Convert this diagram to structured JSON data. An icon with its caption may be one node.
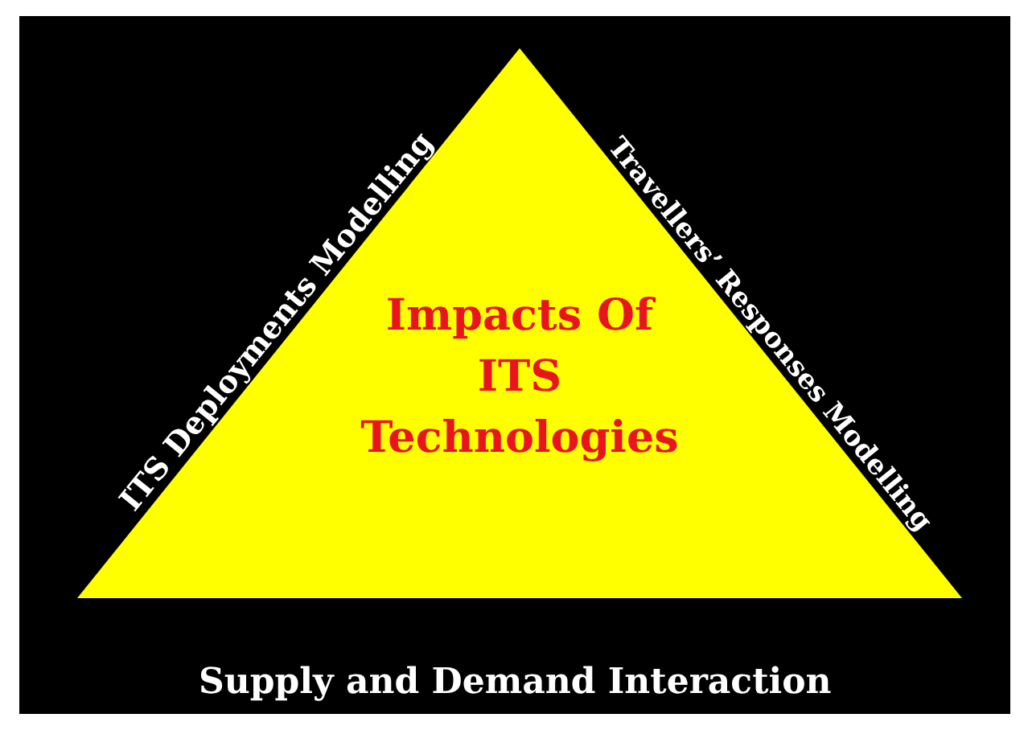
{
  "diagram": {
    "nodes": [
      {
        "text": [
          "Impacts Of ITS Technologies"
        ]
      }
    ],
    "labels": [
      "ITS Deployments Modelling",
      "Travellers’ Responses Modelling",
      "Supply and Demand Interaction"
    ]
  }
}
